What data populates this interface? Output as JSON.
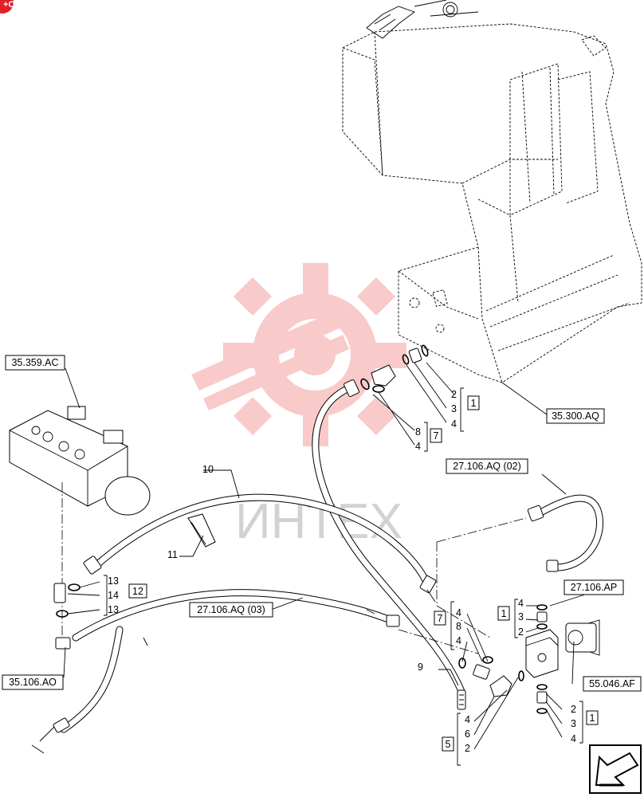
{
  "watermark": {
    "text": "ИНТЕХ",
    "gear_color": "#f4a0a0",
    "text_color": "#c8c8c8"
  },
  "corner_badge": {
    "text": "+О",
    "color": "#e0202a"
  },
  "ref_boxes": {
    "r35359AC": "35.359.AC",
    "r35300AQ": "35.300.AQ",
    "r27106AQ02": "27.106.AQ (02)",
    "r27106AQ03": "27.106.AQ (03)",
    "r27106AP": "27.106.AP",
    "r35106AO": "35.106.AO",
    "r55046AF": "55.046.AF"
  },
  "group_boxes": {
    "g1_top": "1",
    "g7_top": "7",
    "g12": "12",
    "g7_mid": "7",
    "g1_right_top": "1",
    "g1_right_bot": "1",
    "g5": "5"
  },
  "callouts": {
    "c10": "10",
    "c11": "11",
    "c9": "9",
    "t2": "2",
    "t3": "3",
    "t4": "4",
    "t8": "8",
    "t4b": "4",
    "l13a": "13",
    "l14": "14",
    "l13b": "13",
    "m4a": "4",
    "m8": "8",
    "m4b": "4",
    "m4c": "4",
    "m6": "6",
    "m2": "2",
    "p4": "4",
    "p3": "3",
    "p2": "2",
    "q2": "2",
    "q3": "3",
    "q4": "4"
  },
  "icons": {
    "nav": "navigation-arrow-icon",
    "badge": "brand-badge-icon"
  }
}
